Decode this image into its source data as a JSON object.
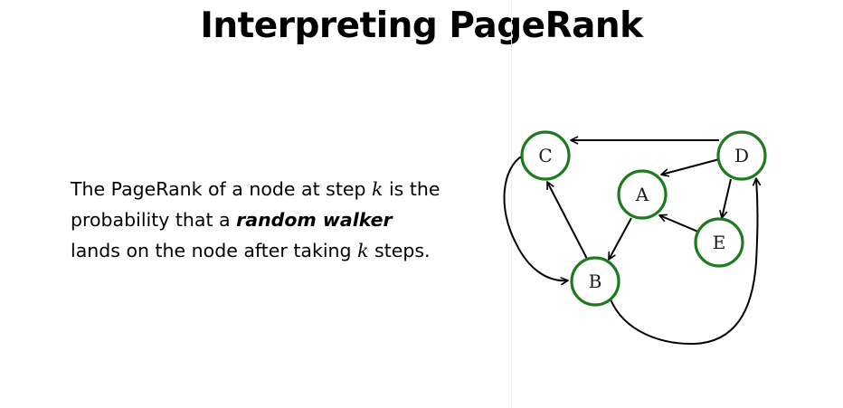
{
  "slide": {
    "title": "Interpreting PageRank",
    "text": {
      "line1_pre": "The PageRank of a node at step ",
      "line1_var": "k",
      "line1_post": " is the",
      "line2_pre": "probability that a ",
      "line2_emph": "random walker",
      "line3_pre": "lands on the node after taking ",
      "line3_var": "k",
      "line3_post": " steps."
    }
  },
  "graph": {
    "nodes": {
      "A": "A",
      "B": "B",
      "C": "C",
      "D": "D",
      "E": "E"
    },
    "edges": [
      {
        "from": "D",
        "to": "C"
      },
      {
        "from": "D",
        "to": "A"
      },
      {
        "from": "D",
        "to": "E"
      },
      {
        "from": "E",
        "to": "A"
      },
      {
        "from": "A",
        "to": "B"
      },
      {
        "from": "B",
        "to": "C"
      },
      {
        "from": "C",
        "to": "B"
      },
      {
        "from": "B",
        "to": "D"
      }
    ],
    "colors": {
      "node_border": "#1d7a1d",
      "edge": "#000000"
    }
  }
}
